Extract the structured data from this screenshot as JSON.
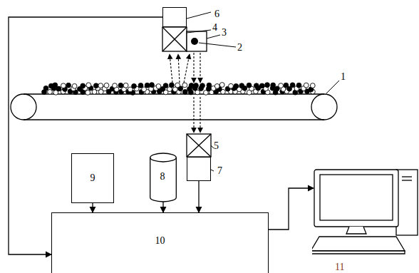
{
  "diagram": {
    "nodes": [
      {
        "text": [
          "6"
        ]
      },
      {
        "text": [
          "7"
        ]
      },
      {
        "text": [
          "9"
        ]
      },
      {
        "text": [
          "8"
        ]
      },
      {
        "text": [
          "10"
        ]
      },
      {
        "text": [
          "11"
        ]
      }
    ],
    "edges": [
      {
        "from": 0,
        "to": 4,
        "arrow": "to"
      },
      {
        "from": 1,
        "to": 4,
        "arrow": "to"
      },
      {
        "from": 2,
        "to": 4,
        "arrow": "to"
      },
      {
        "from": 3,
        "to": 4,
        "arrow": "to"
      },
      {
        "from": 4,
        "to": 5,
        "arrow": "to"
      }
    ],
    "labels": [
      "1",
      "2",
      "3",
      "4",
      "5"
    ]
  }
}
